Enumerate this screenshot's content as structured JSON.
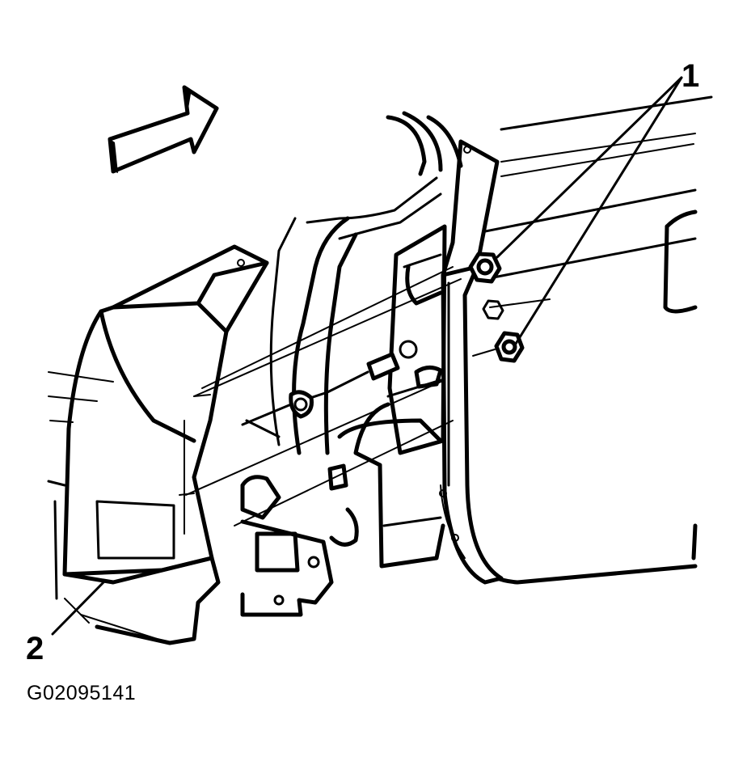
{
  "callouts": {
    "label_1": "1",
    "label_2": "2"
  },
  "figure_id": "G02095141",
  "icons": {
    "direction_arrow": "forward-arrow-icon",
    "nuts": "hex-nut-icon",
    "lamp": "tail-lamp-assembly"
  }
}
